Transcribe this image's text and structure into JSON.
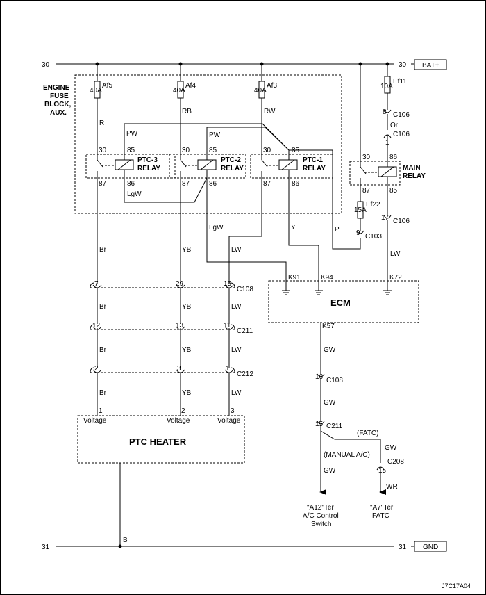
{
  "power": {
    "bat_label": "BAT+",
    "gnd_label": "GND",
    "line30_left": "30",
    "line30_right": "30",
    "line31_left": "31",
    "line31_right": "31"
  },
  "fuse_block": {
    "label_lines": [
      "ENGINE",
      "FUSE",
      "BLOCK,",
      "AUX."
    ]
  },
  "fuses": {
    "af5": {
      "name": "Af5",
      "rating": "40A"
    },
    "af4": {
      "name": "Af4",
      "rating": "40A"
    },
    "af3": {
      "name": "Af3",
      "rating": "40A"
    },
    "ef11": {
      "name": "Ef11",
      "rating": "10A"
    },
    "ef22": {
      "name": "Ef22",
      "rating": "15A"
    }
  },
  "relays": {
    "ptc3": {
      "line1": "PTC-3",
      "line2": "RELAY",
      "pins": [
        "30",
        "85",
        "87",
        "86"
      ]
    },
    "ptc2": {
      "line1": "PTC-2",
      "line2": "RELAY",
      "pins": [
        "30",
        "85",
        "87",
        "86"
      ]
    },
    "ptc1": {
      "line1": "PTC-1",
      "line2": "RELAY",
      "pins": [
        "30",
        "85",
        "87",
        "86"
      ]
    },
    "main": {
      "line1": "MAIN",
      "line2": "RELAY",
      "pins": [
        "30",
        "86",
        "87",
        "85"
      ]
    }
  },
  "wires": {
    "r": "R",
    "rb": "RB",
    "rw": "RW",
    "pw1": "PW",
    "pw2": "PW",
    "lgw1": "LgW",
    "lgw2": "LgW",
    "y": "Y",
    "p": "P",
    "lw_ptc1": "LW",
    "lw_main": "LW",
    "or": "Or",
    "br1": "Br",
    "yb1": "YB",
    "lw1": "LW",
    "br2": "Br",
    "yb2": "YB",
    "lw2": "LW",
    "br3": "Br",
    "yb3": "YB",
    "lw3": "LW",
    "br4": "Br",
    "yb4": "YB",
    "lw4": "LW",
    "gw1": "GW",
    "gw2": "GW",
    "gw3": "GW",
    "gw4": "GW",
    "wr": "WR",
    "b": "B"
  },
  "connectors": {
    "c106_8": {
      "pin": "8",
      "name": "C106"
    },
    "c106_1": {
      "pin": "1",
      "name": "C106"
    },
    "c106_17": {
      "pin": "17",
      "name": "C106"
    },
    "c103_9": {
      "pin": "9",
      "name": "C103"
    },
    "c108": {
      "name": "C108",
      "pins": [
        "7",
        "29",
        "15"
      ]
    },
    "c211": {
      "name": "C211",
      "pins": [
        "12",
        "13",
        "11"
      ]
    },
    "c212": {
      "name": "C212",
      "pins": [
        "2",
        "3",
        "1"
      ]
    },
    "c108_16": {
      "pin": "16",
      "name": "C108"
    },
    "c211_15": {
      "pin": "15",
      "name": "C211"
    },
    "c208_15": {
      "pin": "15",
      "name": "C208"
    }
  },
  "ecm": {
    "label": "ECM",
    "pins": {
      "k91": "K91",
      "k94": "K94",
      "k72": "K72",
      "k57": "K57"
    }
  },
  "heater": {
    "label": "PTC HEATER",
    "pins": [
      "1",
      "2",
      "3"
    ],
    "pin_label": "Voltage"
  },
  "branches": {
    "fatc": "(FATC)",
    "manual": "(MANUAL A/C)"
  },
  "destinations": {
    "a12": {
      "line1": "\"A12\"Ter",
      "line2": "A/C Control",
      "line3": "Switch"
    },
    "a7": {
      "line1": "\"A7\"Ter",
      "line2": "FATC"
    }
  },
  "figure_id": "J7C17A04"
}
